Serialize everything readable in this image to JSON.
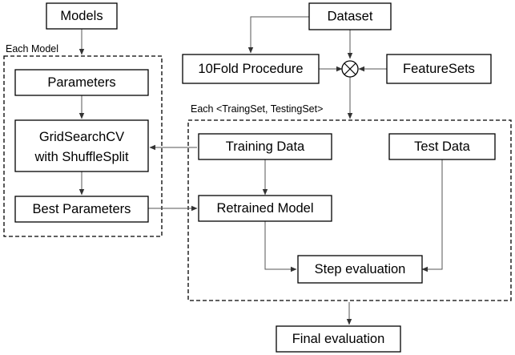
{
  "groups": {
    "each_model": "Each Model",
    "each_split": "Each <TraingSet, TestingSet>"
  },
  "nodes": {
    "models": "Models",
    "dataset": "Dataset",
    "tenfold": "10Fold Procedure",
    "featuresets": "FeatureSets",
    "parameters": "Parameters",
    "gridsearch_line1": "GridSearchCV",
    "gridsearch_line2": "with ShuffleSplit",
    "best_parameters": "Best Parameters",
    "training_data": "Training Data",
    "test_data": "Test Data",
    "retrained_model": "Retrained Model",
    "step_evaluation": "Step evaluation",
    "final_evaluation": "Final evaluation"
  },
  "operator": "combine-operator"
}
